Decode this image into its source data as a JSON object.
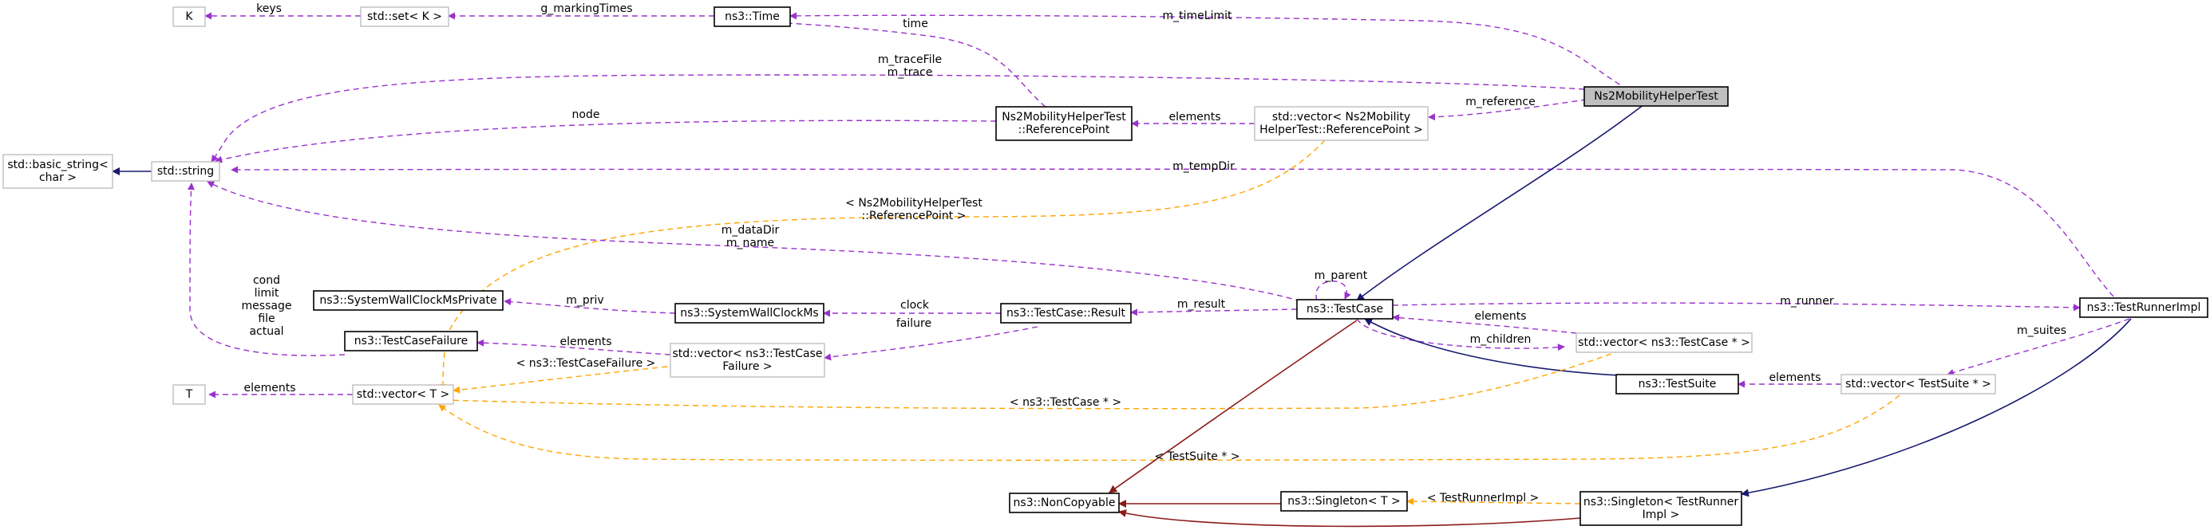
{
  "colors": {
    "usage": "#9a32cd",
    "template": "#ffa500",
    "inheritance": "#191970",
    "private_inheritance": "#8b1a1a",
    "focus_fill": "#bfbfbf"
  },
  "nodes": {
    "k": {
      "label": [
        "K"
      ]
    },
    "set_k": {
      "label": [
        "std::set< K >"
      ]
    },
    "time": {
      "label": [
        "ns3::Time"
      ]
    },
    "focus": {
      "label": [
        "Ns2MobilityHelperTest"
      ]
    },
    "basic_string": {
      "label": [
        "std::basic_string<",
        "char >"
      ]
    },
    "string": {
      "label": [
        "std::string"
      ]
    },
    "refpoint": {
      "label": [
        "Ns2MobilityHelperTest",
        "::ReferencePoint"
      ]
    },
    "vec_refpoint": {
      "label": [
        "std::vector< Ns2Mobility",
        "HelperTest::ReferencePoint >"
      ]
    },
    "wallclock_private": {
      "label": [
        "ns3::SystemWallClockMsPrivate"
      ]
    },
    "wallclock": {
      "label": [
        "ns3::SystemWallClockMs"
      ]
    },
    "result": {
      "label": [
        "ns3::TestCase::Result"
      ]
    },
    "testcase": {
      "label": [
        "ns3::TestCase"
      ]
    },
    "testrunner": {
      "label": [
        "ns3::TestRunnerImpl"
      ]
    },
    "failure": {
      "label": [
        "ns3::TestCaseFailure"
      ]
    },
    "vec_failure": {
      "label": [
        "std::vector< ns3::TestCase",
        "Failure >"
      ]
    },
    "vec_testcase_ptr": {
      "label": [
        "std::vector< ns3::TestCase * >"
      ]
    },
    "t": {
      "label": [
        "T"
      ]
    },
    "vec_t": {
      "label": [
        "std::vector< T >"
      ]
    },
    "testsuite": {
      "label": [
        "ns3::TestSuite"
      ]
    },
    "vec_testsuite_ptr": {
      "label": [
        "std::vector< TestSuite * >"
      ]
    },
    "noncopyable": {
      "label": [
        "ns3::NonCopyable"
      ]
    },
    "singleton_t": {
      "label": [
        "ns3::Singleton< T >"
      ]
    },
    "singleton_runner": {
      "label": [
        "ns3::Singleton< TestRunner",
        "Impl >"
      ]
    }
  },
  "edge_labels": {
    "keys": [
      "keys"
    ],
    "marking_times": [
      "g_markingTimes"
    ],
    "time_limit": [
      "m_timeLimit"
    ],
    "time": [
      "time"
    ],
    "trace": [
      "m_traceFile",
      "m_trace"
    ],
    "node": [
      "node"
    ],
    "elements_ref": [
      "elements"
    ],
    "reference": [
      "m_reference"
    ],
    "temp_dir": [
      "m_tempDir"
    ],
    "tmpl_refpoint": [
      "< Ns2MobilityHelperTest",
      "::ReferencePoint >"
    ],
    "data_dir": [
      "m_dataDir",
      "m_name"
    ],
    "parent": [
      "m_parent"
    ],
    "cond": [
      "cond",
      "limit",
      "message",
      "file",
      "actual"
    ],
    "priv": [
      "m_priv"
    ],
    "clock": [
      "clock"
    ],
    "result": [
      "m_result"
    ],
    "runner": [
      "m_runner"
    ],
    "failure": [
      "failure"
    ],
    "elements_tc": [
      "elements"
    ],
    "children": [
      "m_children"
    ],
    "elements_fail": [
      "elements"
    ],
    "tmpl_failure": [
      "< ns3::TestCaseFailure >"
    ],
    "suites": [
      "m_suites"
    ],
    "elements_t": [
      "elements"
    ],
    "tmpl_testcase_ptr": [
      "< ns3::TestCase * >"
    ],
    "elements_suite": [
      "elements"
    ],
    "tmpl_testsuite_ptr": [
      "< TestSuite * >"
    ],
    "tmpl_runner": [
      "< TestRunnerImpl >"
    ]
  }
}
